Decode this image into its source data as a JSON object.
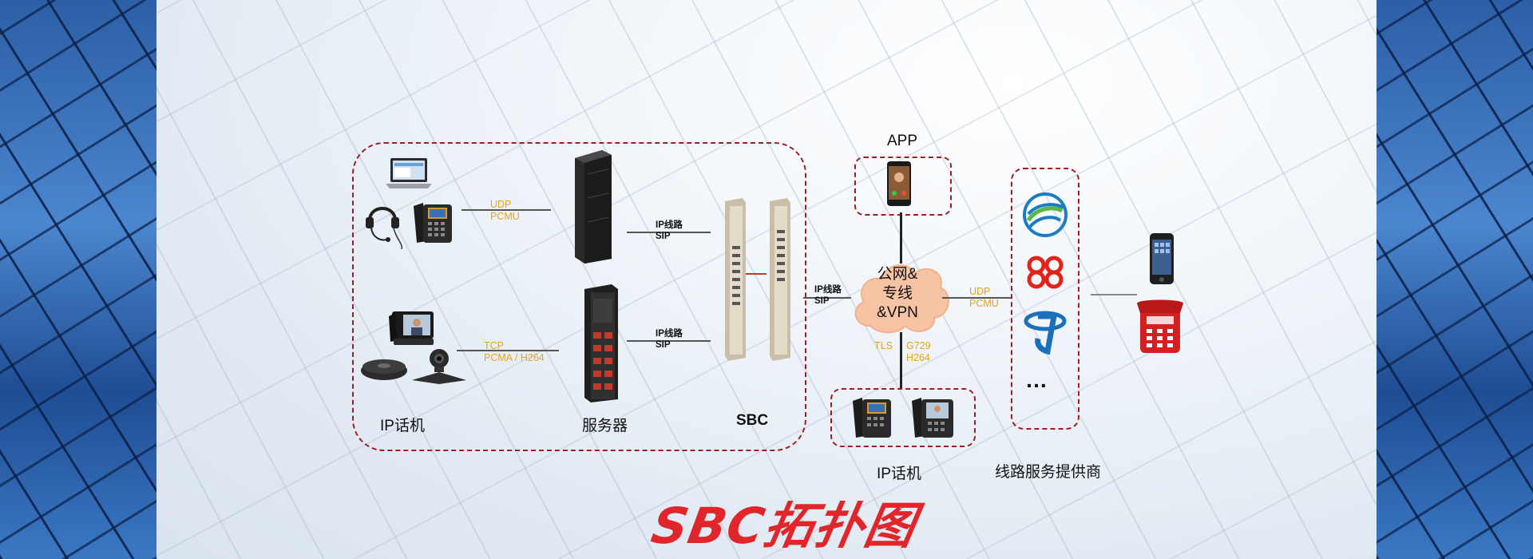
{
  "diagram": {
    "title": "SBC拓扑图",
    "groups": {
      "ip_phone_left": "IP话机",
      "server": "服务器",
      "sbc": "SBC",
      "app": "APP",
      "cloud_lines": [
        "公网&",
        "专线",
        "&VPN"
      ],
      "ip_phone_bottom": "IP话机",
      "carrier": "线路服务提供商"
    },
    "links": {
      "phone_to_server_top": [
        "UDP",
        "PCMU"
      ],
      "phone_to_server_bottom": [
        "TCP",
        "PCMA / H264"
      ],
      "server_to_sbc_top": [
        "IP线路",
        "SIP"
      ],
      "server_to_sbc_bottom": [
        "IP线路",
        "SIP"
      ],
      "sbc_to_cloud": [
        "IP线路",
        "SIP"
      ],
      "cloud_to_carrier": [
        "UDP",
        "PCMU"
      ],
      "cloud_down_left": "TLS",
      "cloud_down_right": [
        "G729",
        "H264"
      ]
    },
    "carrier_ellipsis": "…",
    "colors": {
      "dash": "#a31c24",
      "proto": "#e8a319",
      "title": "#e1262b",
      "cloud": "#f6c3a5"
    },
    "icons": [
      "laptop-icon",
      "headset-icon",
      "desk-phone-icon",
      "video-phone-icon",
      "conference-speaker-icon",
      "ptz-camera-icon",
      "rack-server-icon",
      "tower-server-icon",
      "sbc-appliance-icon",
      "smartphone-icon",
      "china-mobile-logo",
      "china-unicom-logo",
      "china-telecom-logo",
      "red-telephone-icon"
    ]
  }
}
